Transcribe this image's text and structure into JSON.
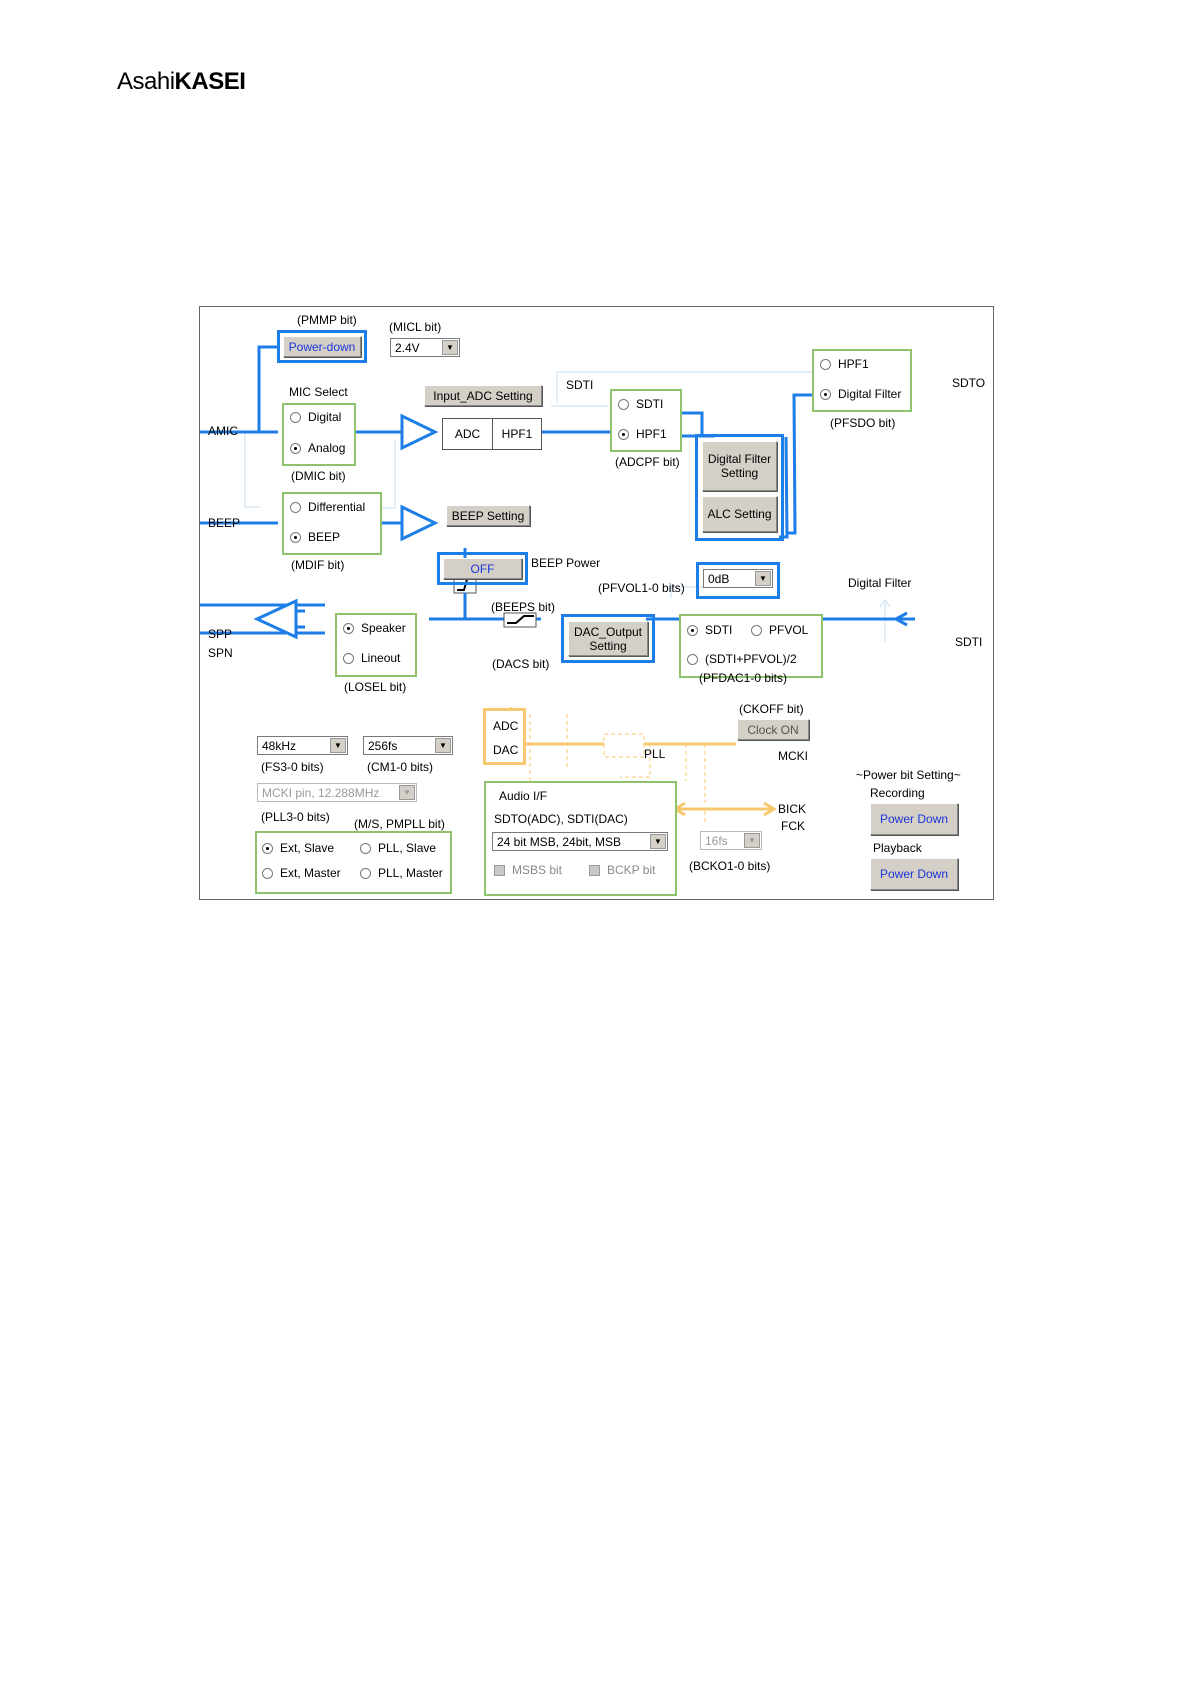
{
  "logo": {
    "light": "Asahi",
    "bold": "KASEI"
  },
  "diagram": {
    "labels": {
      "pmmp_bit": "(PMMP bit)",
      "micl_bit": "(MICL bit)",
      "mic_select": "MIC Select",
      "amic": "AMIC",
      "beep": "BEEP",
      "dmic_bit": "(DMIC bit)",
      "mdif_bit": "(MDIF bit)",
      "sdti_in": "SDTI",
      "adcpf_bit": "(ADCPF bit)",
      "pfsdo_bit": "(PFSDO bit)",
      "sdto": "SDTO",
      "beep_power": "BEEP Power",
      "beeps_bit": "(BEEPS bit)",
      "pfvol_bits": "(PFVOL1-0 bits)",
      "digital_filter": "Digital Filter",
      "spp": "SPP",
      "spn": "SPN",
      "losel_bit": "(LOSEL bit)",
      "dacs_bit": "(DACS bit)",
      "pfdac_bits": "(PFDAC1-0 bits)",
      "sdti_out": "SDTI",
      "ckoff_bit": "(CKOFF bit)",
      "fs_bits": "(FS3-0 bits)",
      "cm_bits": "(CM1-0 bits)",
      "pll_bits": "(PLL3-0 bits)",
      "ms_pmpll_bit": "(M/S, PMPLL bit)",
      "mcki": "MCKI",
      "bick": "BICK",
      "fck": "FCK",
      "bcko_bits": "(BCKO1-0 bits)",
      "power_bit_setting": "~Power bit Setting~",
      "recording": "Recording",
      "playback": "Playback",
      "audio_if": "Audio I/F",
      "sdto_sdti": "SDTO(ADC),  SDTI(DAC)",
      "adc_box": "ADC",
      "dac_box": "DAC",
      "pll": "PLL",
      "adc_cell": "ADC",
      "hpf1_cell": "HPF1"
    },
    "buttons": {
      "power_down_pmmp": "Power-down",
      "input_adc_setting": "Input_ADC Setting",
      "beep_setting": "BEEP Setting",
      "beep_off": "OFF",
      "digital_filter_setting": "Digital Filter Setting",
      "alc_setting": "ALC Setting",
      "dac_output_setting": "DAC_Output Setting",
      "clock_on": "Clock ON",
      "recording_power_down": "Power Down",
      "playback_power_down": "Power Down"
    },
    "selects": {
      "micl": "2.4V",
      "pfvol": "0dB",
      "fs": "48kHz",
      "cm": "256fs",
      "pll": "MCKI pin, 12.288MHz",
      "audio_format": "24 bit MSB, 24bit, MSB",
      "bcko": "16fs"
    },
    "radios": {
      "digital": "Digital",
      "analog": "Analog",
      "differential": "Differential",
      "beep": "BEEP",
      "adc_sdti": "SDTI",
      "adc_hpf1": "HPF1",
      "out_hpf1": "HPF1",
      "out_digital_filter": "Digital Filter",
      "speaker": "Speaker",
      "lineout": "Lineout",
      "pf_sdti": "SDTI",
      "pf_pfvol": "PFVOL",
      "pf_mix": "(SDTI+PFVOL)/2",
      "ext_slave": "Ext, Slave",
      "pll_slave": "PLL, Slave",
      "ext_master": "Ext, Master",
      "pll_master": "PLL, Master"
    },
    "checks": {
      "msbs": "MSBS bit",
      "bckp": "BCKP bit"
    },
    "colors": {
      "blue": "#1c7ee6",
      "green": "#8fc36b",
      "orange": "#f8c86e",
      "button_text_blue": "#1b34d6"
    }
  }
}
